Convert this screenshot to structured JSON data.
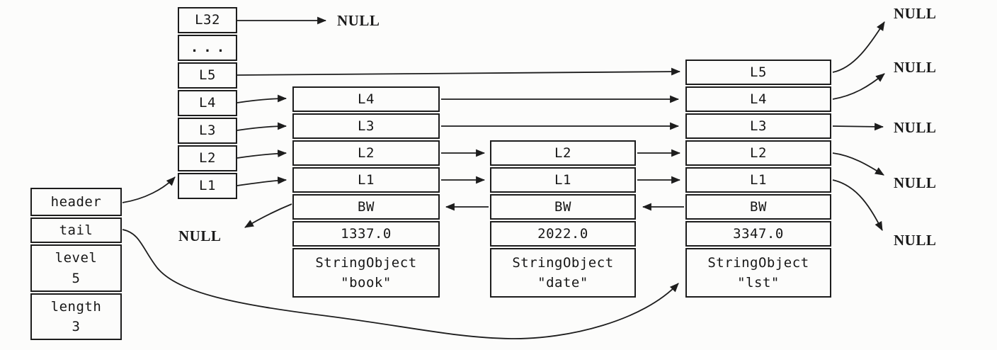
{
  "header_record": {
    "rows": [
      {
        "label": "header"
      },
      {
        "label": "tail"
      },
      {
        "label": "level",
        "value": "5"
      },
      {
        "label": "length",
        "value": "3"
      }
    ]
  },
  "level_array": {
    "cells": [
      "L32",
      "...",
      "L5",
      "L4",
      "L3",
      "L2",
      "L1"
    ]
  },
  "nodes": [
    {
      "levels": [
        "L4",
        "L3",
        "L2",
        "L1"
      ],
      "backward": "BW",
      "score": "1337.0",
      "object_type": "StringObject",
      "object_value": "\"book\""
    },
    {
      "levels": [
        "L2",
        "L1"
      ],
      "backward": "BW",
      "score": "2022.0",
      "object_type": "StringObject",
      "object_value": "\"date\""
    },
    {
      "levels": [
        "L5",
        "L4",
        "L3",
        "L2",
        "L1"
      ],
      "backward": "BW",
      "score": "3347.0",
      "object_type": "StringObject",
      "object_value": "\"lst\""
    }
  ],
  "null_labels": {
    "l32_null": "NULL",
    "backward_null": "NULL",
    "right_nulls": [
      "NULL",
      "NULL",
      "NULL",
      "NULL",
      "NULL"
    ]
  },
  "colors": {
    "line": "#1d1d1d",
    "background": "#fcfcfb"
  }
}
